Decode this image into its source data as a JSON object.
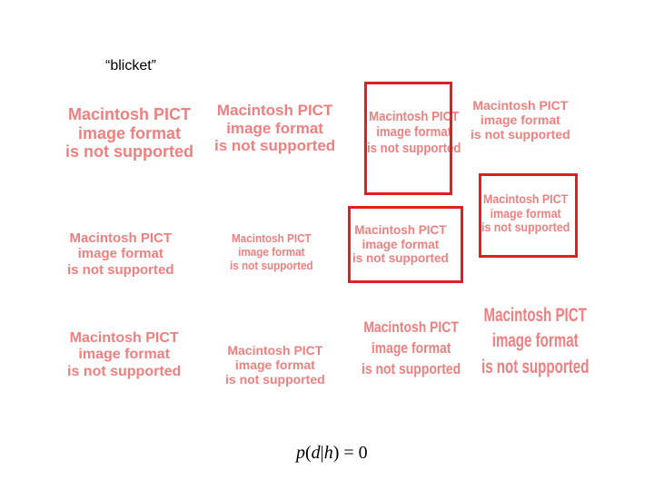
{
  "label": "“blicket”",
  "pict": {
    "line1": "Macintosh PICT",
    "line2": "image format",
    "line3": "is not supported"
  },
  "formula": {
    "p": "p",
    "open": "(",
    "d": "d",
    "bar": "|",
    "h": "h",
    "close": ") = 0"
  },
  "colors": {
    "pict_text": "#f08080",
    "highlight_frame": "#e02020"
  }
}
